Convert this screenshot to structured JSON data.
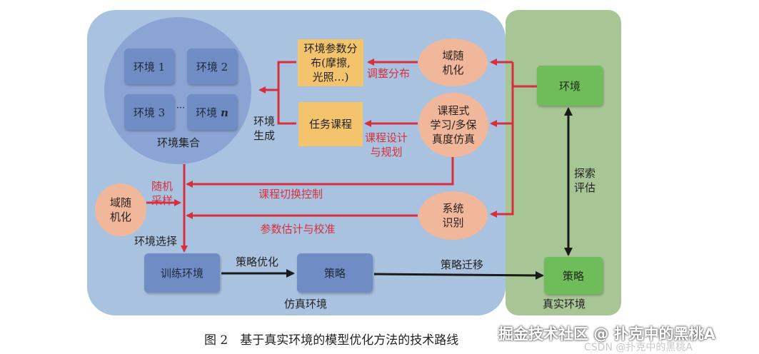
{
  "colors": {
    "sim_panel": "#a9c2e0",
    "real_panel": "#a8c596",
    "circle": "#8aa5d3",
    "blue_box": "#6f8cc4",
    "yellow_box": "#f3c46c",
    "green_box": "#6fbd5a",
    "ellipse": "#f0b79b",
    "red_arrow": "#d7303c",
    "black_arrow": "#1a1a1a"
  },
  "env_set": {
    "env1": "环境 1",
    "env2": "环境 2",
    "env3": "环境 3",
    "ellipsis": "···",
    "envn_prefix": "环境 ",
    "envn_var": "n",
    "label": "环境集合"
  },
  "boxes": {
    "env_params": "环境参数分\n布(摩擦,\n光照…)",
    "task_course": "任务课程",
    "train_env": "训练环境",
    "policy_sim": "策略",
    "env_real": "环境",
    "policy_real": "策略"
  },
  "ellipses": {
    "domain_rand_top": "域随\n机化",
    "curriculum": "课程式\n学习/多保\n真度仿真",
    "sys_id": "系统\n识别",
    "domain_rand_left": "域随\n机化"
  },
  "labels": {
    "adjust_dist": "调整分布",
    "course_design": "课程设计\n与规划",
    "env_gen": "环境\n生成",
    "random_sample": "随机\n采样",
    "course_switch": "课程切换控制",
    "param_est": "参数估计与校准",
    "env_select": "环境选择",
    "policy_opt": "策略优化",
    "policy_transfer": "策略迁移",
    "explore_eval": "探索\n评估",
    "sim_env": "仿真环境",
    "real_env": "真实环境"
  },
  "caption": "图 2　基于真实环境的模型优化方法的技术路线",
  "watermark": {
    "main": "掘金技术社区 @ 扑克中的黑桃A",
    "sub": "CSDN @扑克中的黑桃A"
  }
}
